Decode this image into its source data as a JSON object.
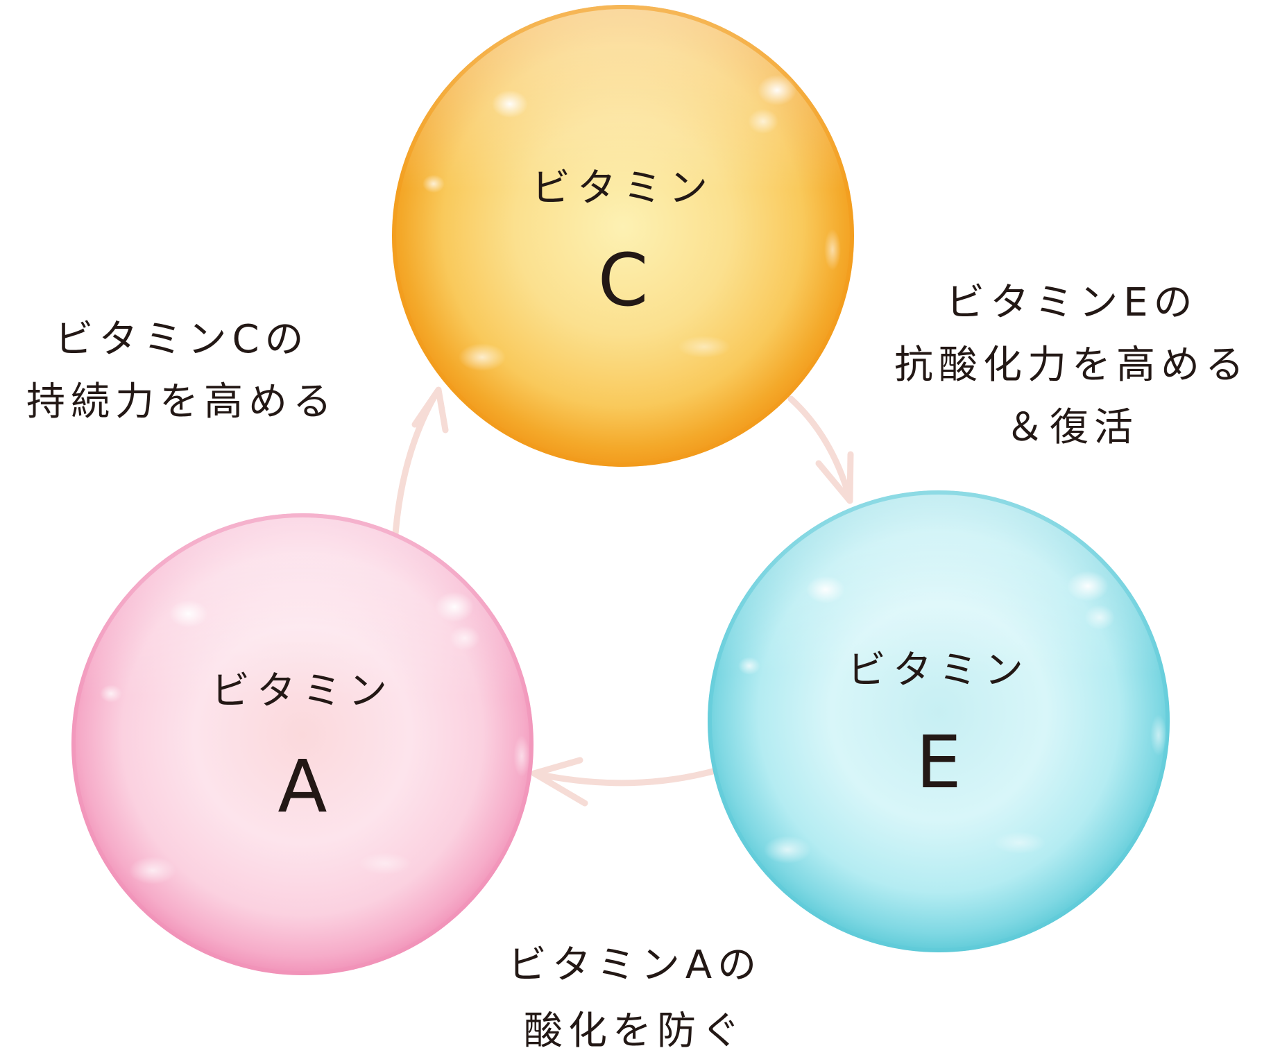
{
  "bubbles": {
    "c": {
      "sub": "ビタミン",
      "main": "C"
    },
    "e": {
      "sub": "ビタミン",
      "main": "E"
    },
    "a": {
      "sub": "ビタミン",
      "main": "A"
    }
  },
  "captions": {
    "c_effect": {
      "line1": "ビタミンCの",
      "line2": "持続力を高める"
    },
    "e_effect": {
      "line1": "ビタミンEの",
      "line2": "抗酸化力を高める",
      "line3": "＆復活"
    },
    "a_effect": {
      "line1": "ビタミンAの",
      "line2": "酸化を防ぐ"
    }
  },
  "colors": {
    "vitamin_c": "#f7b733",
    "vitamin_e": "#6fd3dc",
    "vitamin_a": "#f4a3c7",
    "arrow": "#f6dcd6",
    "text": "#231815"
  }
}
